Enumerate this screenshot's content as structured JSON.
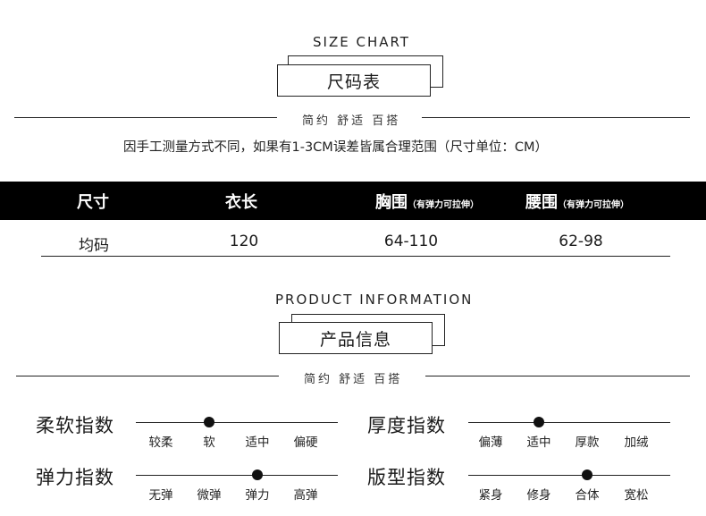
{
  "size_chart": {
    "en_title": "SIZE CHART",
    "cn_title": "尺码表",
    "tagline": "简约 舒适 百搭",
    "note": "因手工测量方式不同，如果有1-3CM误差皆属合理范围（尺寸单位：CM）"
  },
  "table": {
    "headers": [
      {
        "label": "尺寸",
        "sub": ""
      },
      {
        "label": "衣长",
        "sub": ""
      },
      {
        "label": "胸围",
        "sub": "（有弹力可拉伸）"
      },
      {
        "label": "腰围",
        "sub": "（有弹力可拉伸）"
      }
    ],
    "rows": [
      [
        "均码",
        "120",
        "64-110",
        "62-98"
      ]
    ]
  },
  "product_info": {
    "en_title": "PRODUCT INFORMATION",
    "cn_title": "产品信息",
    "tagline": "简约 舒适 百搭"
  },
  "scales": [
    {
      "title": "柔软指数",
      "levels": [
        "较柔",
        "软",
        "适中",
        "偏硬"
      ],
      "selected": "软"
    },
    {
      "title": "厚度指数",
      "levels": [
        "偏薄",
        "适中",
        "厚款",
        "加绒"
      ],
      "selected": "适中"
    },
    {
      "title": "弹力指数",
      "levels": [
        "无弹",
        "微弹",
        "弹力",
        "高弹"
      ],
      "selected": "弹力"
    },
    {
      "title": "版型指数",
      "levels": [
        "紧身",
        "修身",
        "合体",
        "宽松"
      ],
      "selected": "合体"
    }
  ]
}
